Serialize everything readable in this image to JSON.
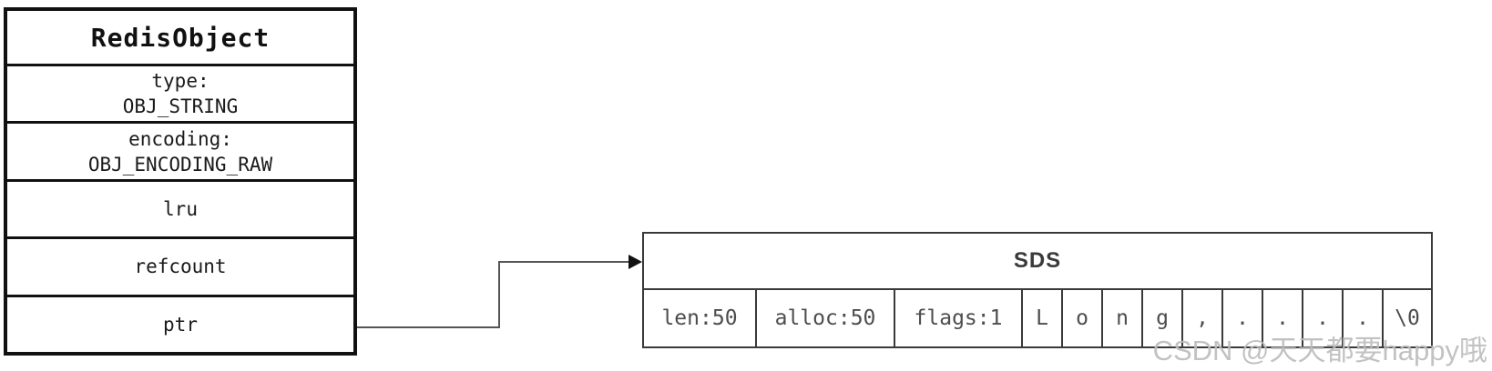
{
  "colors": {
    "redis_table_border": "#111111",
    "redis_table_text": "#1a1a1a",
    "sds_table_border": "#3a3a3a",
    "sds_table_text": "#4d4d4d",
    "arrow_line": "#555555",
    "arrow_head": "#111111",
    "watermark_text": "#bdbdbd",
    "background": "#ffffff"
  },
  "redis_object": {
    "title": "RedisObject",
    "rows": [
      {
        "lines": [
          "type:",
          "OBJ_STRING"
        ]
      },
      {
        "lines": [
          "encoding:",
          "OBJ_ENCODING_RAW"
        ]
      },
      {
        "lines": [
          "lru"
        ]
      },
      {
        "lines": [
          "refcount"
        ]
      },
      {
        "lines": [
          "ptr"
        ]
      }
    ]
  },
  "sds": {
    "title": "SDS",
    "cells": [
      "len:50",
      "alloc:50",
      "flags:1",
      "L",
      "o",
      "n",
      "g",
      ",",
      ".",
      ".",
      ".",
      ".",
      "\\0"
    ]
  },
  "watermark": "CSDN @天天都要happy哦"
}
